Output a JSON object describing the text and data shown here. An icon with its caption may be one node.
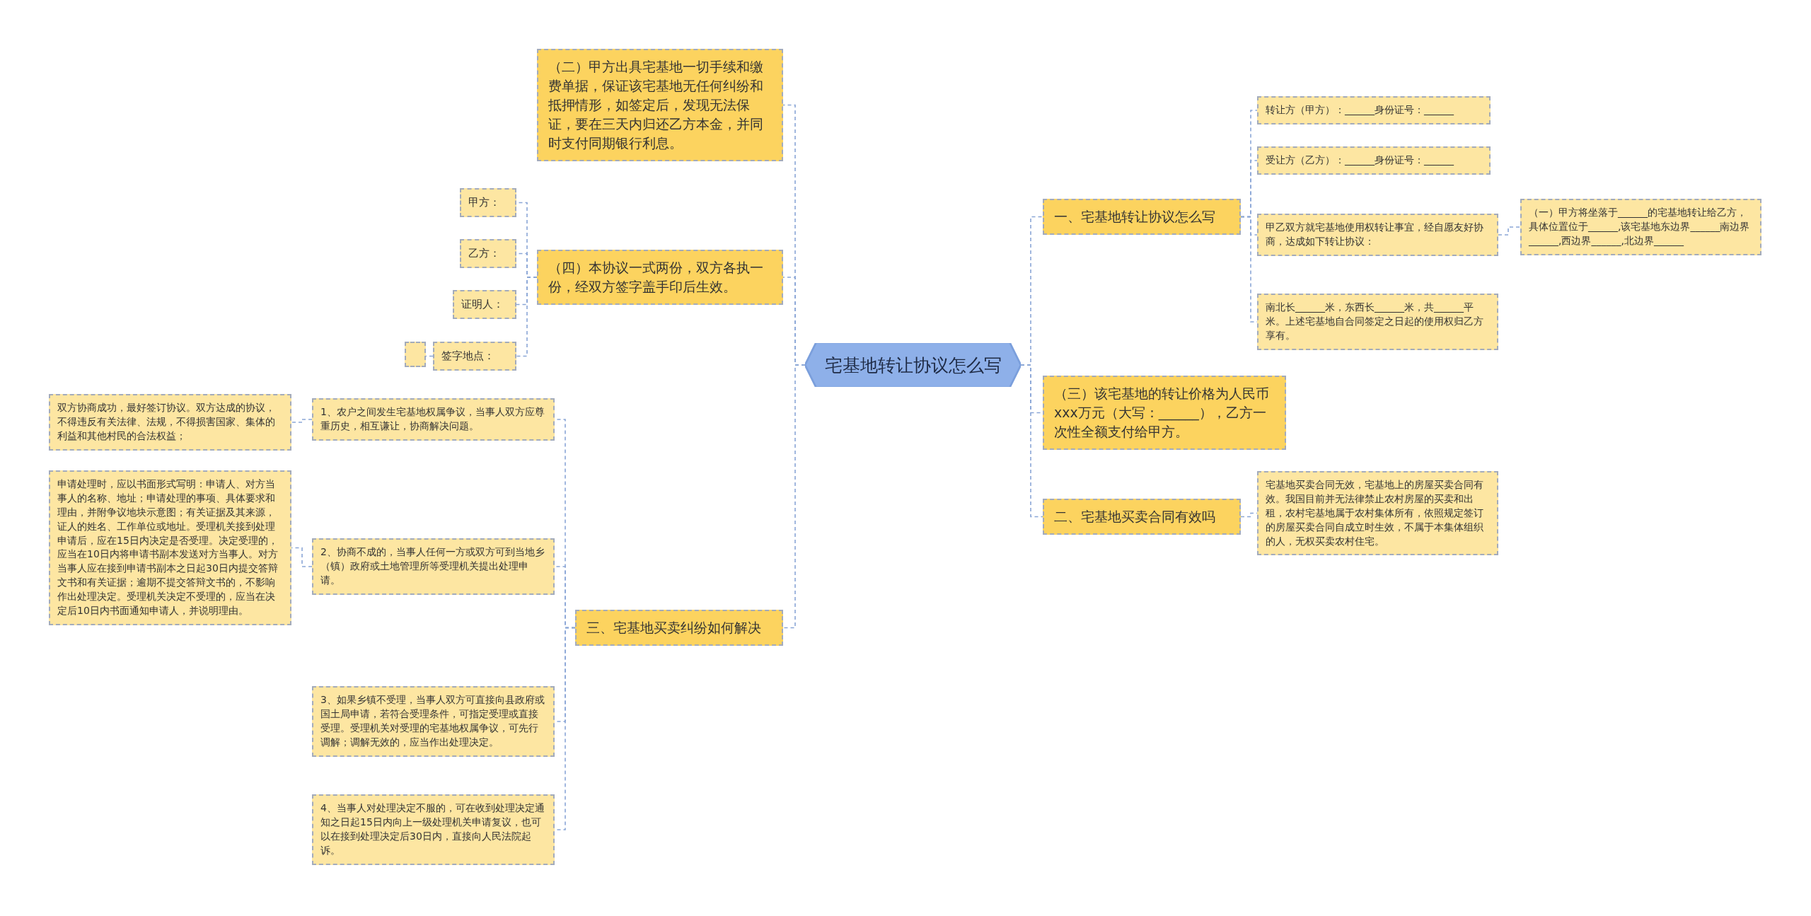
{
  "diagram": {
    "nodes": [
      {
        "text": [
          "宅基地转让协议怎么写"
        ]
      },
      {
        "text": [
          "（二）甲方出具宅基地一切手续和缴费单据，保证该宅基地无任何纠纷和抵押情形，如签定后，发现无法保证，要在三天内归还乙方本金，并同时支付同期银行利息。"
        ]
      },
      {
        "text": [
          "（四）本协议一式两份，双方各执一份，经双方签字盖手印后生效。"
        ]
      },
      {
        "text": [
          "甲方："
        ]
      },
      {
        "text": [
          "乙方："
        ]
      },
      {
        "text": [
          "证明人："
        ]
      },
      {
        "text": [
          "签字地点："
        ]
      },
      {
        "text": [],
        "shape": "box"
      },
      {
        "text": [
          "三、宅基地买卖纠纷如何解决"
        ]
      },
      {
        "text": [
          "1、农户之间发生宅基地权属争议，当事人双方应尊重历史，相互谦让，协商解决问题。"
        ]
      },
      {
        "text": [
          "双方协商成功，最好签订协议。双方达成的协议，不得违反有关法律、法规，不得损害国家、集体的利益和其他村民的合法权益；"
        ]
      },
      {
        "text": [
          "2、协商不成的，当事人任何一方或双方可到当地乡（镇）政府或土地管理所等受理机关提出处理申请。"
        ]
      },
      {
        "text": [
          "申请处理时，应以书面形式写明：申请人、对方当事人的名称、地址；申请处理的事项、具体要求和理由，并附争议地块示意图；有关证据及其来源，证人的姓名、工作单位或地址。受理机关接到处理申请后，应在15日内决定是否受理。决定受理的，应当在10日内将申请书副本发送对方当事人。对方当事人应在接到申请书副本之日起30日内提交答辩文书和有关证据；逾期不提交答辩文书的，不影响作出处理决定。受理机关决定不受理的，应当在决定后10日内书面通知申请人，并说明理由。"
        ]
      },
      {
        "text": [
          "3、如果乡镇不受理，当事人双方可直接向县政府或国土局申请，若符合受理条件，可指定受理或直接受理。受理机关对受理的宅基地权属争议，可先行调解；调解无效的，应当作出处理决定。"
        ]
      },
      {
        "text": [
          "4、当事人对处理决定不服的，可在收到处理决定通知之日起15日内向上一级处理机关申请复议，也可以在接到处理决定后30日内，直接向人民法院起诉。"
        ]
      },
      {
        "text": [
          "一、宅基地转让协议怎么写"
        ]
      },
      {
        "text": [
          "转让方（甲方）：______身份证号：______"
        ]
      },
      {
        "text": [
          "受让方（乙方）：______身份证号：______"
        ]
      },
      {
        "text": [
          "甲乙双方就宅基地使用权转让事宜，经自愿友好协商，达成如下转让协议："
        ]
      },
      {
        "text": [
          "（一）甲方将坐落于______的宅基地转让给乙方，具体位置位于______,该宅基地东边界______南边界______,西边界______,北边界______"
        ]
      },
      {
        "text": [
          "南北长______米，东西长______米，共______平米。上述宅基地自合同签定之日起的使用权归乙方享有。"
        ]
      },
      {
        "text": [
          "（三）该宅基地的转让价格为人民币xxx万元（大写：______），乙方一次性全额支付给甲方。"
        ]
      },
      {
        "text": [
          "二、宅基地买卖合同有效吗"
        ]
      },
      {
        "text": [
          "宅基地买卖合同无效，宅基地上的房屋买卖合同有效。我国目前并无法律禁止农村房屋的买卖和出租，农村宅基地属于农村集体所有，依照规定签订的房屋买卖合同自成立时生效，不属于本集体组织的人，无权买卖农村住宅。"
        ]
      }
    ],
    "edges": [
      {
        "from": 0,
        "to": 1,
        "arrow": "none"
      },
      {
        "from": 0,
        "to": 2,
        "arrow": "none"
      },
      {
        "from": 2,
        "to": 3,
        "arrow": "none"
      },
      {
        "from": 2,
        "to": 4,
        "arrow": "none"
      },
      {
        "from": 2,
        "to": 5,
        "arrow": "none"
      },
      {
        "from": 2,
        "to": 6,
        "arrow": "none"
      },
      {
        "from": 6,
        "to": 7,
        "arrow": "none"
      },
      {
        "from": 0,
        "to": 8,
        "arrow": "none"
      },
      {
        "from": 8,
        "to": 9,
        "arrow": "none"
      },
      {
        "from": 9,
        "to": 10,
        "arrow": "none"
      },
      {
        "from": 8,
        "to": 11,
        "arrow": "none"
      },
      {
        "from": 11,
        "to": 12,
        "arrow": "none"
      },
      {
        "from": 8,
        "to": 13,
        "arrow": "none"
      },
      {
        "from": 8,
        "to": 14,
        "arrow": "none"
      },
      {
        "from": 0,
        "to": 15,
        "arrow": "none"
      },
      {
        "from": 15,
        "to": 16,
        "arrow": "none"
      },
      {
        "from": 15,
        "to": 17,
        "arrow": "none"
      },
      {
        "from": 15,
        "to": 18,
        "arrow": "none"
      },
      {
        "from": 18,
        "to": 19,
        "arrow": "none"
      },
      {
        "from": 15,
        "to": 20,
        "arrow": "none"
      },
      {
        "from": 0,
        "to": 21,
        "arrow": "none"
      },
      {
        "from": 0,
        "to": 22,
        "arrow": "none"
      },
      {
        "from": 22,
        "to": 23,
        "arrow": "none"
      }
    ]
  }
}
